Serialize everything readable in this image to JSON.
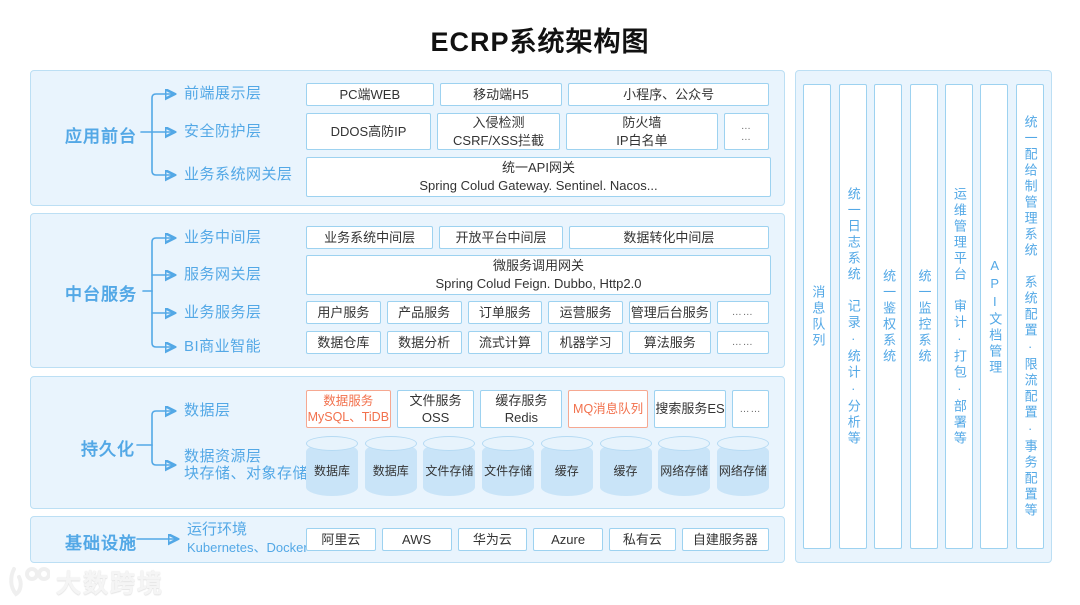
{
  "title": "ECRP系统架构图",
  "watermark": "大数跨境",
  "colors": {
    "label_blue": "#53A8E6",
    "panel_bg": "#E9F4FD",
    "panel_border": "#BCDFF4",
    "box_border": "#9DD2F0",
    "accent_orange": "#F2714D",
    "cylinder_fill": "#C9E4F8",
    "text": "#333333"
  },
  "sections": {
    "front": {
      "label": "应用前台",
      "layers": [
        "前端展示层",
        "安全防护层",
        "业务系统网关层"
      ],
      "row1": [
        "PC端WEB",
        "移动端H5",
        "小程序、公众号"
      ],
      "row2": [
        "DDOS高防IP",
        "入侵检测\nCSRF/XSS拦截",
        "防火墙\nIP白名单",
        "…\n…"
      ],
      "gateway_title": "统一API网关",
      "gateway_sub": "Spring Colud Gateway. Sentinel. Nacos..."
    },
    "middle": {
      "label": "中台服务",
      "layers": [
        "业务中间层",
        "服务网关层",
        "业务服务层",
        "BI商业智能"
      ],
      "row1": [
        "业务系统中间层",
        "开放平台中间层",
        "数据转化中间层"
      ],
      "gateway_title": "微服务调用网关",
      "gateway_sub": "Spring Colud Feign. Dubbo, Http2.0",
      "row3": [
        "用户服务",
        "产品服务",
        "订单服务",
        "运营服务",
        "管理后台服务",
        "……"
      ],
      "row4": [
        "数据仓库",
        "数据分析",
        "流式计算",
        "机器学习",
        "算法服务",
        "……"
      ]
    },
    "persist": {
      "label": "持久化",
      "layers": [
        "数据层",
        "数据资源层\n块存储、对象存储"
      ],
      "services": [
        {
          "text": "数据服务\nMySQL、TiDB",
          "accent": true
        },
        {
          "text": "文件服务OSS"
        },
        {
          "text": "缓存服务Redis"
        },
        {
          "text": "MQ消息队列",
          "accent": true
        },
        {
          "text": "搜索服务ES"
        },
        {
          "text": "……"
        }
      ],
      "cylinders": [
        "数据库",
        "数据库",
        "文件存储",
        "文件存储",
        "缓存",
        "缓存",
        "网络存储",
        "网络存储"
      ]
    },
    "infra": {
      "label": "基础设施",
      "env_title": "运行环境",
      "env_sub": "Kubernetes、Docker",
      "row": [
        "阿里云",
        "AWS",
        "华为云",
        "Azure",
        "私有云",
        "自建服务器"
      ]
    }
  },
  "right_panel": {
    "columns": [
      "消息队列",
      "统一日志系统　记录·统计·分析等",
      "统一鉴权系统",
      "统一监控系统",
      "运维管理平台　审计·打包·部署等",
      "API文档管理",
      "统一配给制管理系统　系统配置·限流配置·事务配置等"
    ]
  }
}
